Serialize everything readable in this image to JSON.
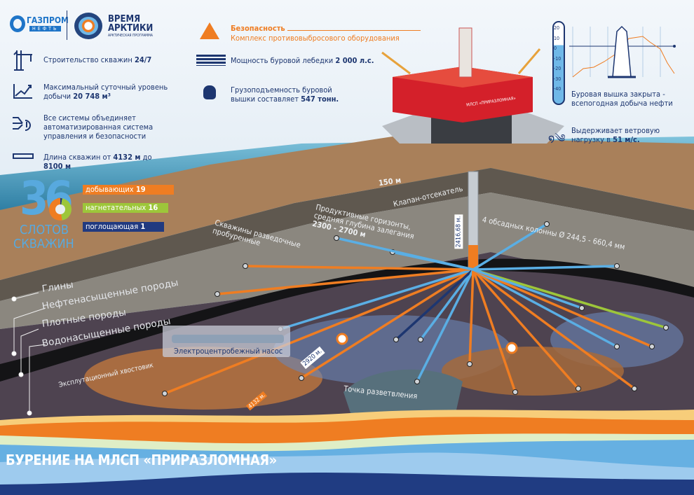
{
  "logos": {
    "gazprom": "ГАЗПРОМ",
    "gazprom_sub": "НЕФТЬ",
    "vremya": "ВРЕМЯ",
    "arktiki": "АРКТИКИ",
    "arktiki_sub": "АРКТИЧЕСКАЯ ПРОГРАММА"
  },
  "facts_left": [
    {
      "icon": "crane-icon",
      "text": "Строительство скважин ",
      "bold": "24/7"
    },
    {
      "icon": "growth-chart-icon",
      "text": "Максимальный суточный уровень добычи ",
      "bold": "20 748 м³"
    },
    {
      "icon": "automation-icon",
      "text": "Все системы объединяет автоматизированная система управления и безопасности",
      "bold": ""
    },
    {
      "icon": "ruler-icon",
      "text": "Длина скважин от ",
      "bold": "4132 м",
      "text2": " до ",
      "bold2": "8100 м"
    }
  ],
  "facts_mid": {
    "safety_title": "Безопасность",
    "safety_text": "Комплекс противовыбросового оборудования",
    "winch_text": "Мощность буровой лебедки ",
    "winch_bold": "2 000 л.с.",
    "lift_text": "Грузоподъемность буровой вышки составляет ",
    "lift_bold": "547 тонн."
  },
  "facts_right": {
    "thermo_ticks": [
      "20",
      "10",
      "0",
      "-10",
      "-20",
      "-30",
      "-40"
    ],
    "derrick_text": "Буровая вышка закрыта - всепогодная добыча нефти",
    "wind_text": "Выдерживает ветровую нагрузку в ",
    "wind_bold": "51 м/с."
  },
  "slots": {
    "number": "36",
    "label1": "СЛОТОВ",
    "label2": "СКВАЖИН",
    "bars": [
      {
        "label": "добывающих",
        "value": "19",
        "color": "#ef7d22"
      },
      {
        "label": "нагнетательных",
        "value": "16",
        "color": "#9dc63a"
      },
      {
        "label": "поглощающая",
        "value": "1",
        "color": "#213a80"
      }
    ]
  },
  "platform": {
    "name": "МЛСП «ПРИРАЗЛОМНАЯ»"
  },
  "labels": {
    "depth_150": "150 м",
    "valve": "Клапан-отсекатель",
    "casing": "4 обсадных колонны  Ø 244,5 - 660,4 мм",
    "explore": "Скважины разведочные пробуренные",
    "horizons1": "Продуктивные горизонты,",
    "horizons2": "средняя глубина залегания",
    "horizons3": "2300 - 2700 м",
    "depth_2416": "2416,68 м.",
    "depth_2920": "2920 м.",
    "depth_4132": "4132 м.",
    "pump": "Электроцентробежный насос",
    "liner": "Эксплутационный хвостовик",
    "branch": "Точка разветвления"
  },
  "strata": [
    "Глины",
    "Нефтенасыщенные породы",
    "Плотные породы",
    "Водонасыщенные породы"
  ],
  "title": "БУРЕНИЕ НА МЛСП «ПРИРАЗЛОМНАЯ»",
  "colors": {
    "orange": "#ef7d22",
    "blue": "#5aaee4",
    "navy": "#1d3670",
    "green": "#9dc63a"
  }
}
